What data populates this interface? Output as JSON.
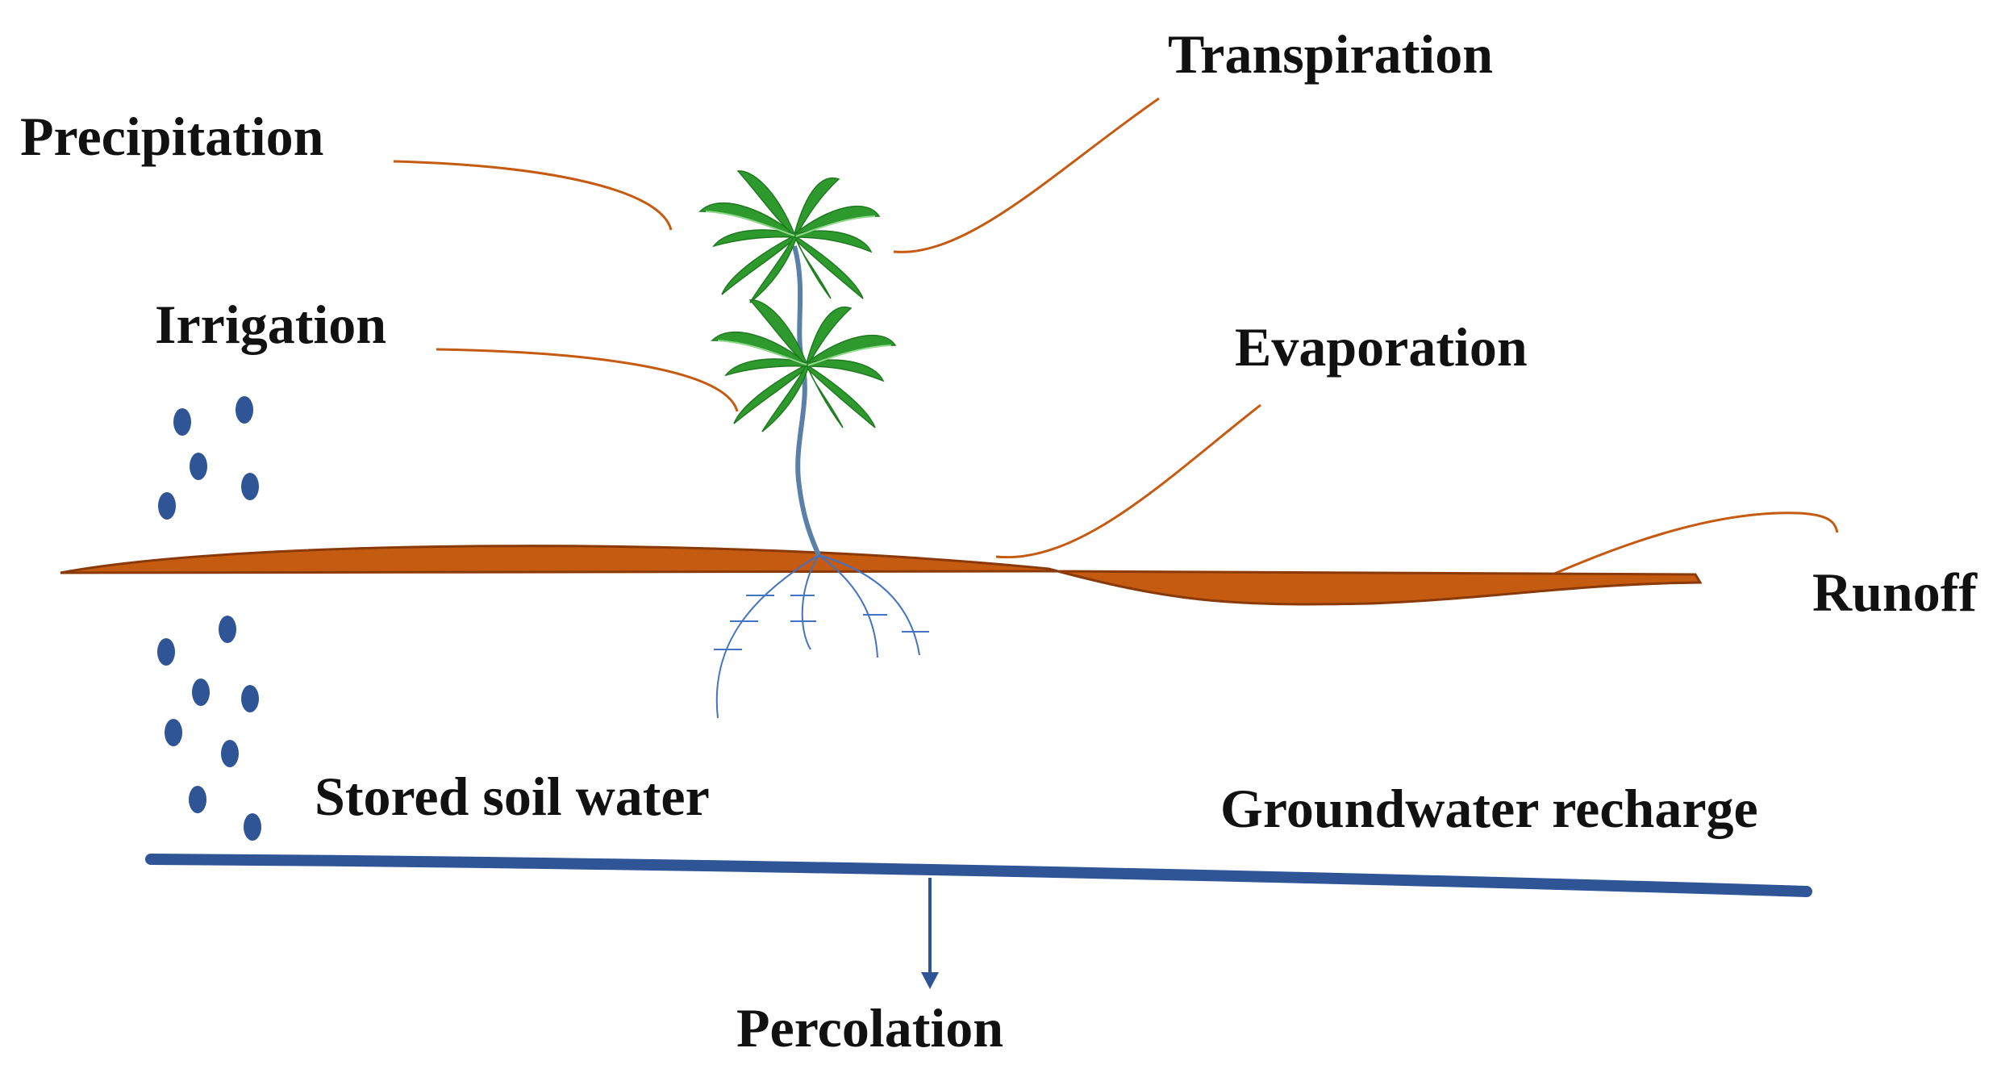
{
  "labels": {
    "transpiration": "Transpiration",
    "precipitation": "Precipitation",
    "irrigation": "Irrigation",
    "evaporation": "Evaporation",
    "runoff": "Runoff",
    "stored_soil_water": "Stored soil water",
    "groundwater_recharge": "Groundwater recharge",
    "percolation": "Percolation"
  },
  "colors": {
    "soil": "#c55a11",
    "soil_edge": "#8a3a08",
    "water": "#2f5597",
    "leader_line": "#c55a11",
    "leaf": "#2e9a2e",
    "leaf_light": "#8fd88a",
    "trunk": "#5a7fa8",
    "root": "#4472c4"
  },
  "icons": [
    "palm-tree-icon",
    "water-droplet-icon",
    "arrow-down-icon"
  ]
}
